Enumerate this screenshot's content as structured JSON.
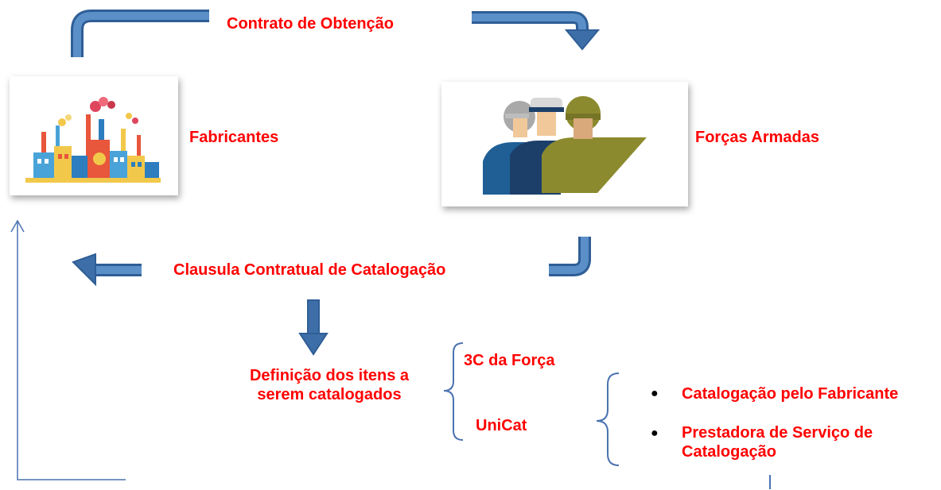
{
  "top_arrow_label": "Contrato de Obtenção",
  "left_node_label": "Fabricantes",
  "right_node_label": "Forças Armadas",
  "clause_label": "Clausula Contratual de Catalogação",
  "definition_label": [
    "Definição dos itens a",
    "serem catalogados"
  ],
  "option_3c": "3C da Força",
  "option_unicat": "UniCat",
  "catalog_options": [
    {
      "text": "Catalogação pelo Fabricante"
    },
    {
      "lines": [
        "Prestadora de Serviço de",
        "Catalogação"
      ]
    }
  ],
  "icons": [
    "factory-illustration",
    "armed-forces-illustration"
  ],
  "colors": {
    "label": "#ff0000",
    "arrow": "#3d6ea8",
    "line": "#4a72b0"
  }
}
